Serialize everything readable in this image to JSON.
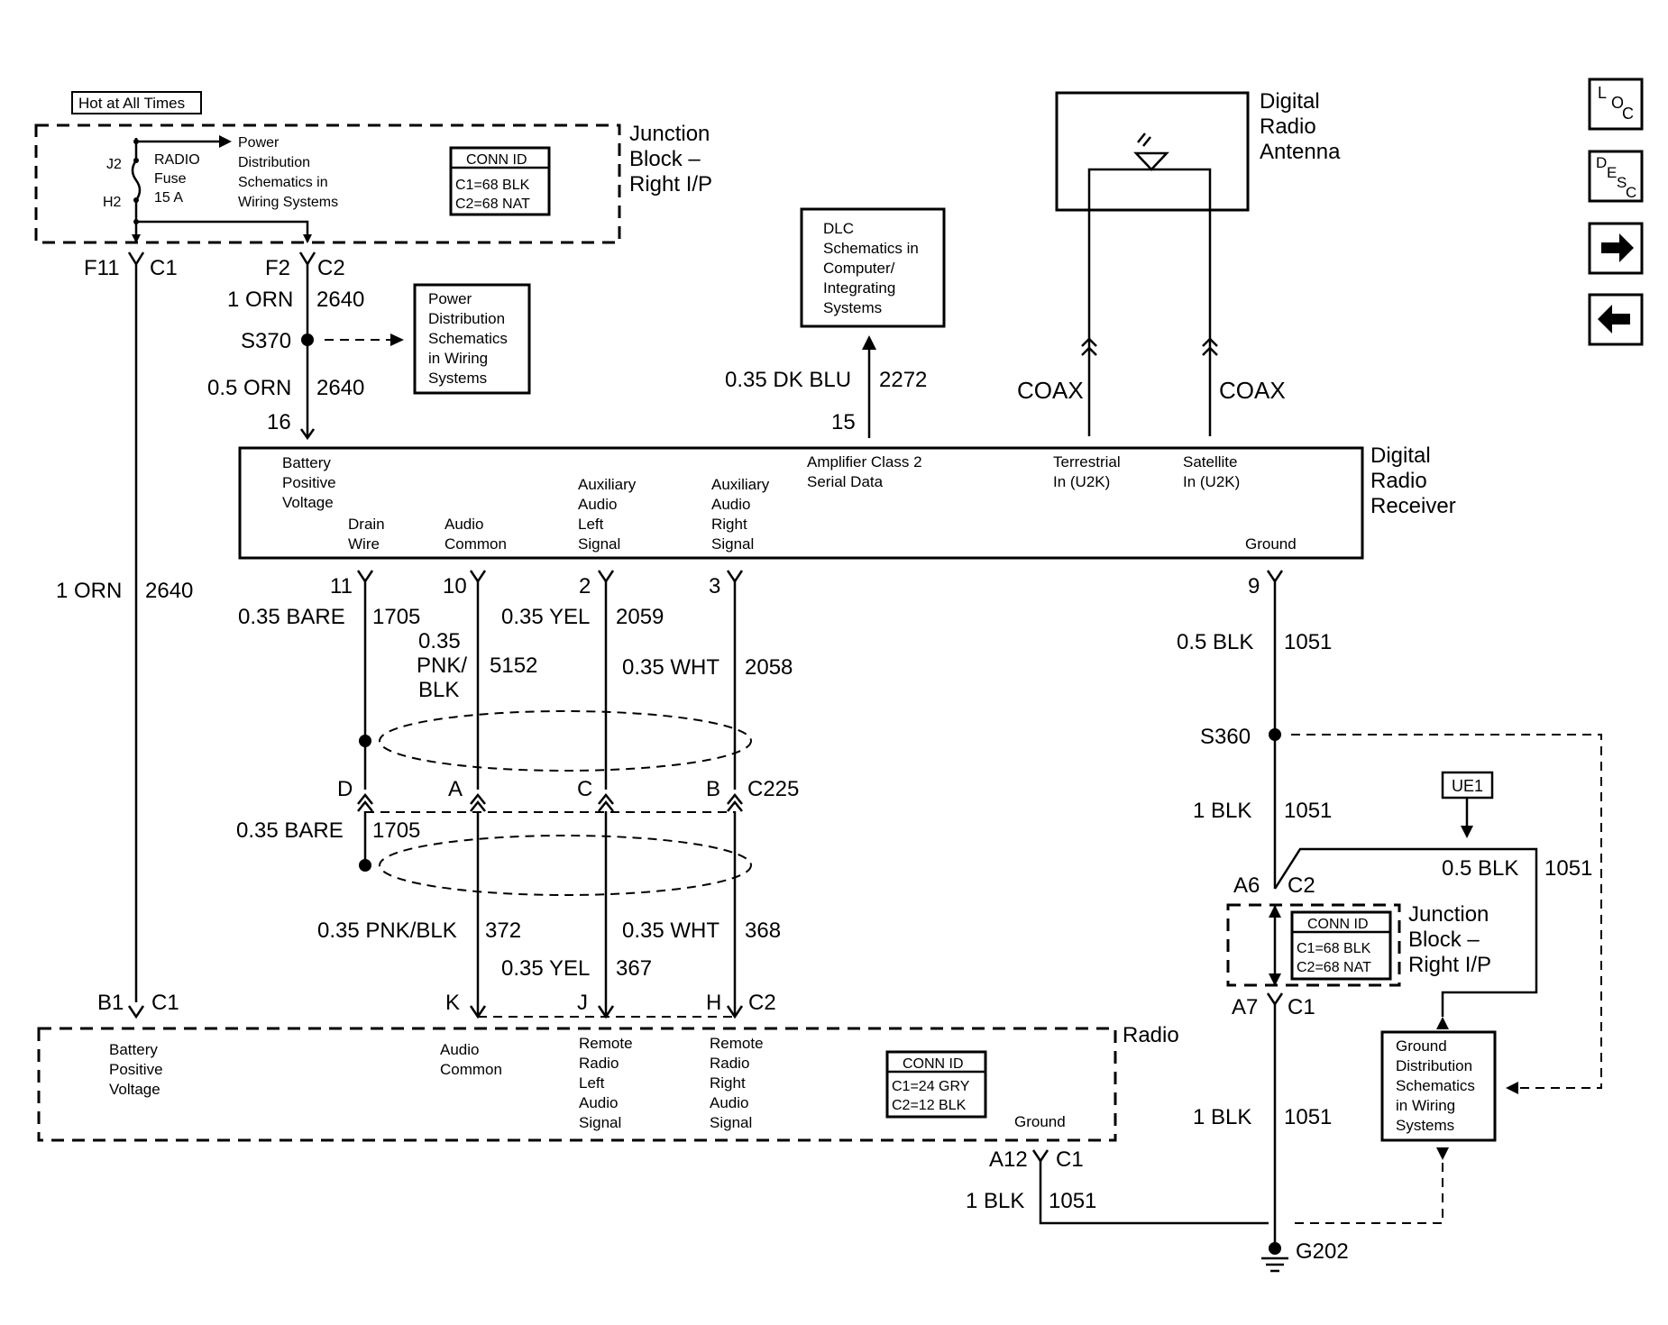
{
  "hot_at_all_times": "Hot at All Times",
  "junction_block_top": {
    "j2": "J2",
    "h2": "H2",
    "fuse_line1": "RADIO",
    "fuse_line2": "Fuse",
    "fuse_line3": "15 A",
    "pd_lines": [
      "Power",
      "Distribution",
      "Schematics in",
      "Wiring Systems"
    ],
    "conn_title": "CONN ID",
    "conn_c1": "C1=68 BLK",
    "conn_c2": "C2=68 NAT",
    "name_lines": [
      "Junction",
      "Block –",
      "Right I/P"
    ]
  },
  "pins_top": {
    "f11": "F11",
    "c1": "C1",
    "f2": "F2",
    "c2": "C2"
  },
  "wire_2640_upper": {
    "gauge": "1 ORN",
    "circuit": "2640"
  },
  "splice_s370": "S370",
  "pd_box_mid": [
    "Power",
    "Distribution",
    "Schematics",
    "in Wiring",
    "Systems"
  ],
  "wire_2640_lower": {
    "gauge": "0.5 ORN",
    "circuit": "2640"
  },
  "pin_16": "16",
  "dlc_box": [
    "DLC",
    "Schematics in",
    "Computer/",
    "Integrating",
    "Systems"
  ],
  "wire_2272": {
    "gauge": "0.35 DK BLU",
    "circuit": "2272"
  },
  "pin_15": "15",
  "antenna": {
    "name_lines": [
      "Digital",
      "Radio",
      "Antenna"
    ],
    "coax_left": "COAX",
    "coax_right": "COAX"
  },
  "receiver": {
    "name_lines": [
      "Digital",
      "Radio",
      "Receiver"
    ],
    "battery_lines": [
      "Battery",
      "Positive",
      "Voltage"
    ],
    "drain_lines": [
      "Drain",
      "Wire"
    ],
    "audio_common_lines": [
      "Audio",
      "Common"
    ],
    "aux_left_lines": [
      "Auxiliary",
      "Audio",
      "Left",
      "Signal"
    ],
    "aux_right_lines": [
      "Auxiliary",
      "Audio",
      "Right",
      "Signal"
    ],
    "amp_lines": [
      "Amplifier Class 2",
      "Serial Data"
    ],
    "terrestrial_lines": [
      "Terrestrial",
      "In (U2K)"
    ],
    "satellite_lines": [
      "Satellite",
      "In (U2K)"
    ],
    "ground": "Ground"
  },
  "receiver_pins": {
    "p11": "11",
    "p10": "10",
    "p2": "2",
    "p3": "3",
    "p9": "9"
  },
  "wire_2640_long": {
    "gauge": "1 ORN",
    "circuit": "2640"
  },
  "wire_1705_upper": {
    "gauge": "0.35 BARE",
    "circuit": "1705"
  },
  "wire_5152": {
    "gauge_lines": [
      "0.35",
      "PNK/",
      "BLK"
    ],
    "circuit": "5152"
  },
  "wire_2059": {
    "gauge": "0.35 YEL",
    "circuit": "2059"
  },
  "wire_2058": {
    "gauge": "0.35 WHT",
    "circuit": "2058"
  },
  "wire_1051_a": {
    "gauge": "0.5 BLK",
    "circuit": "1051"
  },
  "splice_s360": "S360",
  "connector_c225": {
    "d": "D",
    "a": "A",
    "c": "C",
    "b": "B",
    "name": "C225"
  },
  "wire_1705_lower": {
    "gauge": "0.35 BARE",
    "circuit": "1705"
  },
  "wire_1051_b": {
    "gauge": "1 BLK",
    "circuit": "1051"
  },
  "ue1": "UE1",
  "wire_1051_c": {
    "gauge": "0.5 BLK",
    "circuit": "1051"
  },
  "pins_mid_right": {
    "a6": "A6",
    "c2": "C2",
    "a7": "A7",
    "c1": "C1"
  },
  "junction_block_mid": {
    "conn_title": "CONN ID",
    "conn_c1": "C1=68 BLK",
    "conn_c2": "C2=68 NAT",
    "name_lines": [
      "Junction",
      "Block –",
      "Right I/P"
    ]
  },
  "wire_372": {
    "gauge": "0.35 PNK/BLK",
    "circuit": "372"
  },
  "wire_368": {
    "gauge": "0.35 WHT",
    "circuit": "368"
  },
  "wire_367": {
    "gauge": "0.35 YEL",
    "circuit": "367"
  },
  "pins_radio": {
    "b1": "B1",
    "c1": "C1",
    "k": "K",
    "j": "J",
    "h": "H",
    "c2": "C2"
  },
  "radio": {
    "name": "Radio",
    "battery_lines": [
      "Battery",
      "Positive",
      "Voltage"
    ],
    "audio_common_lines": [
      "Audio",
      "Common"
    ],
    "remote_left_lines": [
      "Remote",
      "Radio",
      "Left",
      "Audio",
      "Signal"
    ],
    "remote_right_lines": [
      "Remote",
      "Radio",
      "Right",
      "Audio",
      "Signal"
    ],
    "conn_title": "CONN ID",
    "conn_c1": "C1=24 GRY",
    "conn_c2": "C2=12 BLK",
    "ground": "Ground"
  },
  "ground_dist_box": [
    "Ground",
    "Distribution",
    "Schematics",
    "in Wiring",
    "Systems"
  ],
  "wire_1051_d": {
    "gauge": "1 BLK",
    "circuit": "1051"
  },
  "pins_radio_ground": {
    "a12": "A12",
    "c1": "C1"
  },
  "wire_1051_e": {
    "gauge": "1 BLK",
    "circuit": "1051"
  },
  "ground_g202": "G202",
  "nav": {
    "loc_letters": [
      "L",
      "O",
      "C"
    ],
    "desc_letters": [
      "D",
      "E",
      "S",
      "C"
    ],
    "forward_icon": "arrow-right-icon",
    "back_icon": "arrow-left-icon"
  }
}
